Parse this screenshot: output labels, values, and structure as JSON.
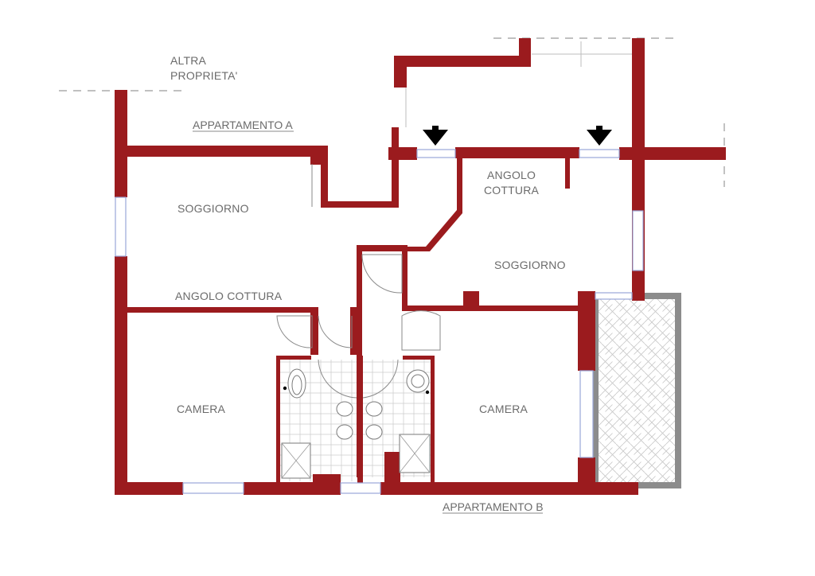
{
  "labels": {
    "altra_line1": "ALTRA",
    "altra_line2": "PROPRIETA'",
    "appartamento_a": "APPARTAMENTO A",
    "appartamento_b": "APPARTAMENTO B",
    "soggiorno_a": "SOGGIORNO",
    "angolo_cottura_a": "ANGOLO COTTURA",
    "camera_a": "CAMERA",
    "angolo_line1": "ANGOLO",
    "cottura_line2": "COTTURA",
    "soggiorno_b": "SOGGIORNO",
    "camera_b": "CAMERA"
  },
  "colors": {
    "wall": "#9b1b1e",
    "terrace_border": "#8c8c8c",
    "window": "#9aa7d8",
    "text": "#6b6b6b"
  },
  "icons": {
    "entrance_arrow_left": "arrow-down-icon",
    "entrance_arrow_right": "arrow-down-icon"
  }
}
